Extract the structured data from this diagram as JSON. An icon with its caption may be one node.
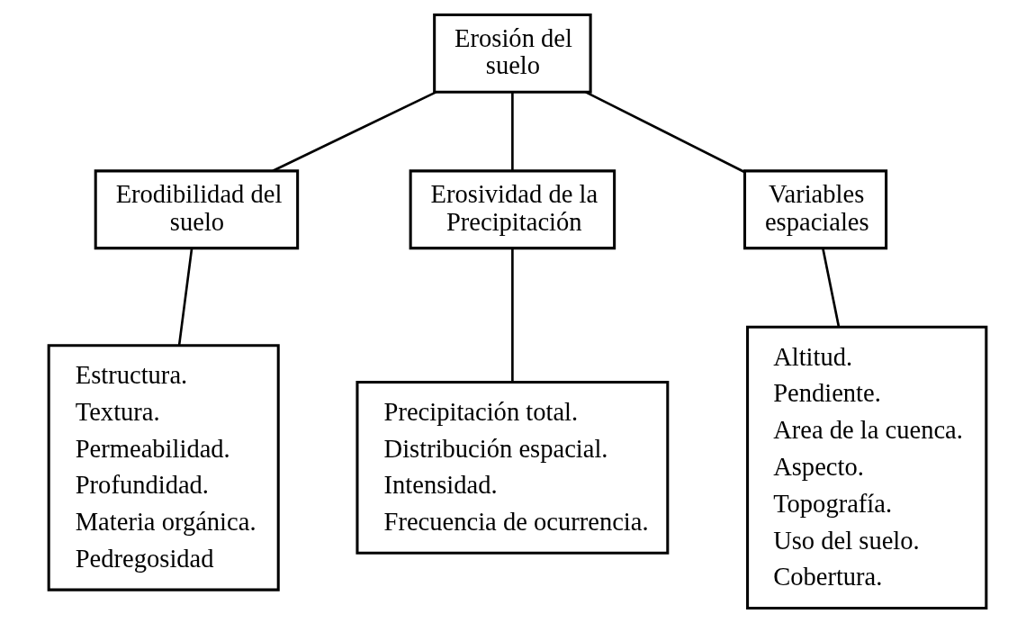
{
  "diagram": {
    "nodes": [
      {
        "text": [
          "Erosión del suelo"
        ]
      },
      {
        "text": [
          "Erodibilidad del suelo"
        ]
      },
      {
        "text": [
          "Erosividad de la Precipitación"
        ]
      },
      {
        "text": [
          "Variables espaciales"
        ]
      },
      {
        "text": [
          "Estructura.",
          "Textura.",
          "Permeabilidad.",
          "Profundidad.",
          "Materia orgánica.",
          "Pedregosidad"
        ]
      },
      {
        "text": [
          "Precipitación total.",
          "Distribución espacial.",
          "Intensidad.",
          "Frecuencia de ocurrencia."
        ]
      },
      {
        "text": [
          "Altitud.",
          "Pendiente.",
          "Area de la cuenca.",
          "Aspecto.",
          "Topografía.",
          "Uso del suelo.",
          "Cobertura."
        ]
      }
    ],
    "edges": [
      {
        "from": 0,
        "to": 1,
        "arrow": "none"
      },
      {
        "from": 0,
        "to": 2,
        "arrow": "none"
      },
      {
        "from": 0,
        "to": 3,
        "arrow": "none"
      },
      {
        "from": 1,
        "to": 4,
        "arrow": "none"
      },
      {
        "from": 2,
        "to": 5,
        "arrow": "none"
      },
      {
        "from": 3,
        "to": 6,
        "arrow": "none"
      }
    ]
  }
}
